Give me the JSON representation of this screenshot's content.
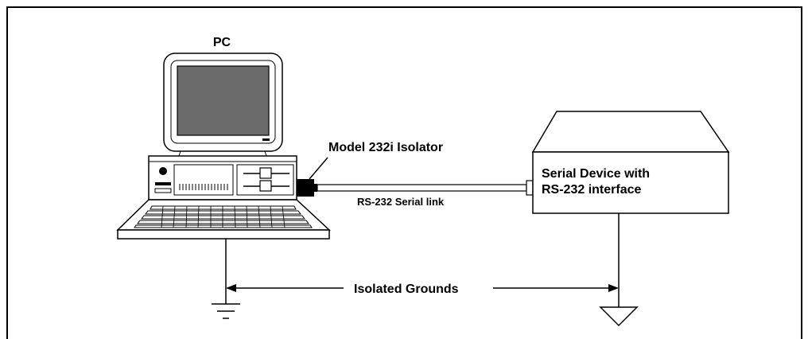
{
  "labels": {
    "pc": "PC",
    "isolator": "Model 232i Isolator",
    "serial_device_line1": "Serial Device with",
    "serial_device_line2": "RS-232 interface",
    "serial_link": "RS-232 Serial link",
    "isolated_grounds": "Isolated Grounds"
  }
}
